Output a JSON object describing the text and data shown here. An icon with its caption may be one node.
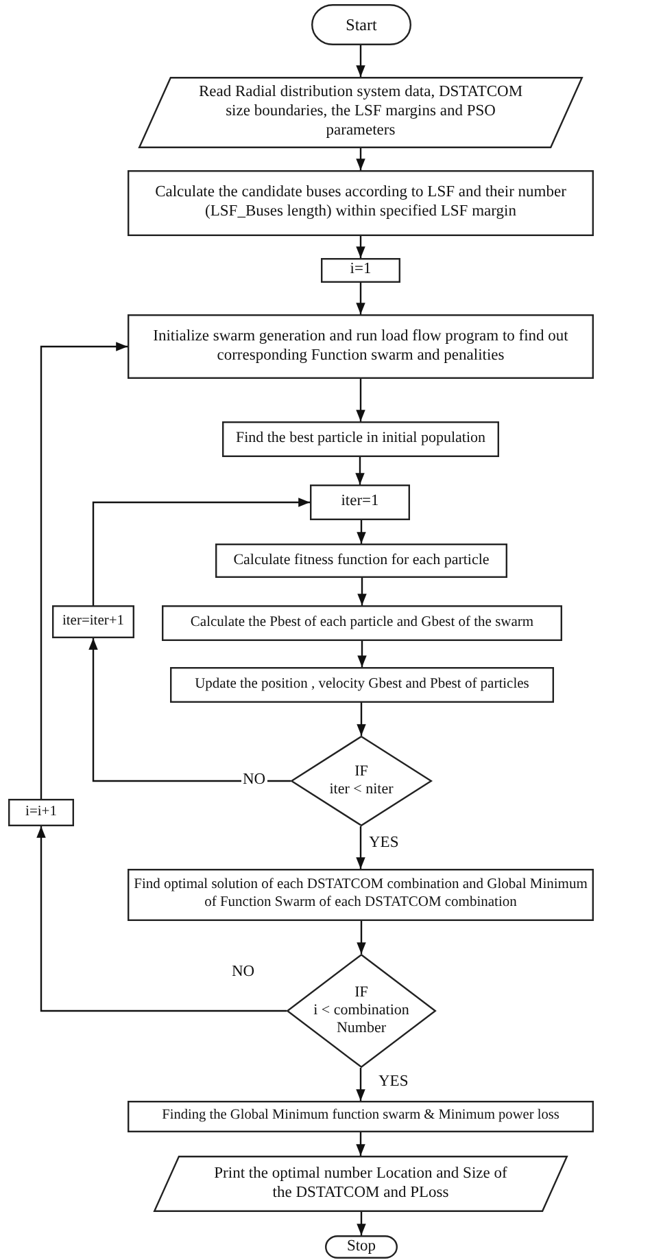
{
  "diagram": {
    "nodes": [
      {
        "text": [
          "Start"
        ]
      },
      {
        "text": [
          "Read Radial distribution system data, DSTATCOM size boundaries, the LSF margins and PSO parameters"
        ]
      },
      {
        "text": [
          "Calculate the candidate buses according to LSF and their number (LSF_Buses length) within specified LSF margin"
        ]
      },
      {
        "text": [
          "i=1"
        ]
      },
      {
        "text": [
          "Initialize swarm generation and run load flow program to find out corresponding Function swarm and penalities"
        ]
      },
      {
        "text": [
          "Find the best particle in initial population"
        ]
      },
      {
        "text": [
          "iter=1"
        ]
      },
      {
        "text": [
          "Calculate fitness function for each particle"
        ]
      },
      {
        "text": [
          "Calculate the Pbest of each particle and Gbest of the swarm"
        ]
      },
      {
        "text": [
          "Update the position , velocity Gbest and Pbest of particles"
        ]
      },
      {
        "text": [
          "IF",
          "iter < niter"
        ]
      },
      {
        "text": [
          "iter=iter+1"
        ]
      },
      {
        "text": [
          "Find optimal solution of each DSTATCOM combination and Global Minimum of Function Swarm of each DSTATCOM combination"
        ]
      },
      {
        "text": [
          "IF",
          "i < combination Number"
        ]
      },
      {
        "text": [
          "i=i+1"
        ]
      },
      {
        "text": [
          "Finding the Global Minimum function swarm & Minimum power loss"
        ]
      },
      {
        "text": [
          "Print the optimal number Location and Size of  the DSTATCOM and  PLoss"
        ]
      },
      {
        "text": [
          "Stop"
        ]
      }
    ],
    "edges": [
      {
        "from": 0,
        "to": 1,
        "arrow": "to"
      },
      {
        "from": 1,
        "to": 2,
        "arrow": "to"
      },
      {
        "from": 2,
        "to": 3,
        "arrow": "to"
      },
      {
        "from": 3,
        "to": 4,
        "arrow": "to"
      },
      {
        "from": 4,
        "to": 5,
        "arrow": "to"
      },
      {
        "from": 5,
        "to": 6,
        "arrow": "to"
      },
      {
        "from": 6,
        "to": 7,
        "arrow": "to"
      },
      {
        "from": 7,
        "to": 8,
        "arrow": "to"
      },
      {
        "from": 8,
        "to": 9,
        "arrow": "to"
      },
      {
        "from": 9,
        "to": 10,
        "arrow": "to"
      },
      {
        "from": 10,
        "to": 11,
        "label": "NO",
        "arrow": "to"
      },
      {
        "from": 11,
        "to": 6,
        "arrow": "to"
      },
      {
        "from": 10,
        "to": 12,
        "label": "YES",
        "arrow": "to"
      },
      {
        "from": 12,
        "to": 13,
        "arrow": "to"
      },
      {
        "from": 13,
        "to": 14,
        "label": "NO",
        "arrow": "to"
      },
      {
        "from": 14,
        "to": 4,
        "arrow": "to"
      },
      {
        "from": 13,
        "to": 15,
        "label": "YES",
        "arrow": "to"
      },
      {
        "from": 15,
        "to": 16,
        "arrow": "to"
      },
      {
        "from": 16,
        "to": 17,
        "arrow": "to"
      }
    ]
  }
}
